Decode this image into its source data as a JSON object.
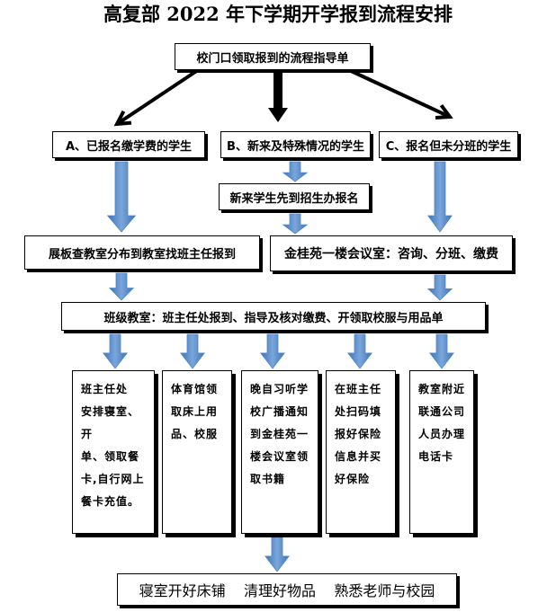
{
  "title": "高复部 2022 年下学期开学报到流程安排",
  "start": "校门口领取报到的流程指导单",
  "branch_a": "A、已报名缴学费的学生",
  "branch_b": "B、新来及特殊情况的学生",
  "branch_c": "C、报名但未分班的学生",
  "b_step": "新来学生先到招生办报名",
  "a_step": "展板查教室分布到教室找班主任报到",
  "c_step": "金桂苑一楼会议室：咨询、分班、缴费",
  "classroom": "班级教室：班主任处报到、指导及核对缴费、开领取校服与用品单",
  "tasks": [
    "班主任处\n安排寝室、开\n单、领取餐\n卡,自行网上\n餐卡充值。",
    "体育馆领\n取床上用\n品、校服",
    "晚自习听学\n校广播通知\n到金桂苑一\n楼会议室领\n取书籍",
    "在班主任\n处扫码填\n报好保险\n信息并买\n好保险",
    "教室附近\n联通公司\n人员办理\n电话卡"
  ],
  "final": "寝室开好床铺    清理好物品    熟悉老师与校园",
  "colors": {
    "blue_arrow": "#4f86c6",
    "black_arrow": "#000000"
  }
}
